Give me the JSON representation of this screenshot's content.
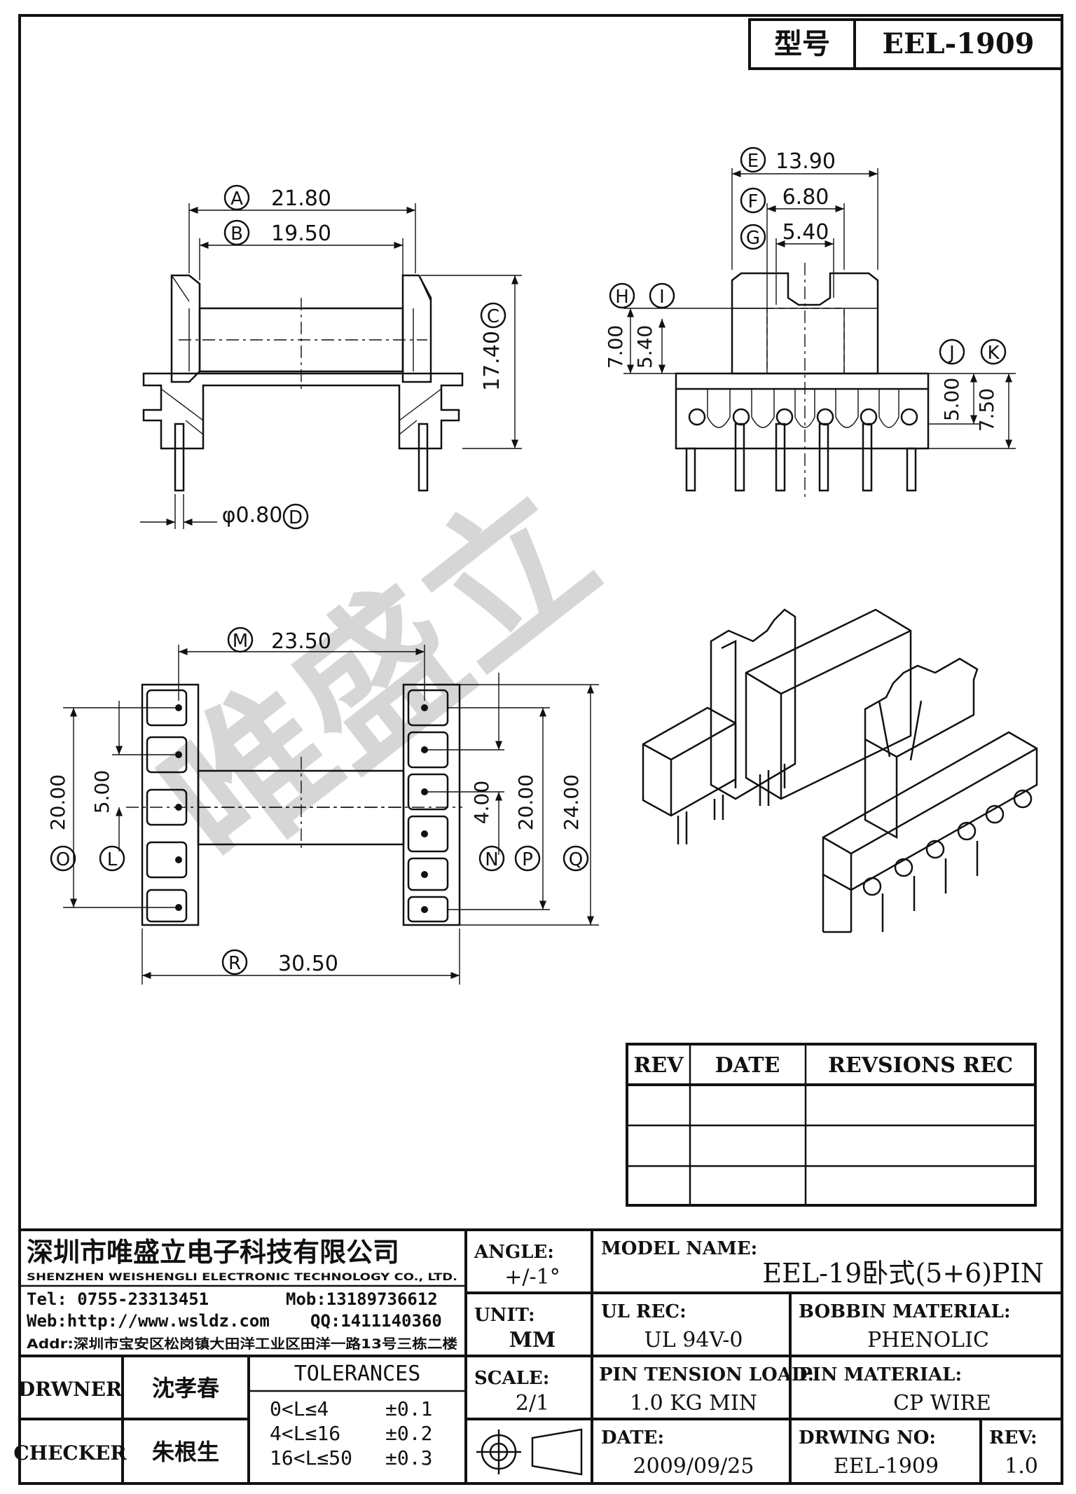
{
  "header": {
    "model_label": "型号",
    "model_value": "EEL-1909"
  },
  "watermark": "唯盛立",
  "dims": {
    "A": "21.80",
    "B": "19.50",
    "C": "17.40",
    "D": "φ0.80",
    "E": "13.90",
    "F": "6.80",
    "G": "5.40",
    "H": "7.00",
    "I": "5.40",
    "J": "5.00",
    "K": "7.50",
    "M": "23.50",
    "L": "5.00",
    "O": "20.00",
    "N": "4.00",
    "P": "20.00",
    "Q": "24.00",
    "R": "30.50"
  },
  "revisions": {
    "headers": [
      "REV",
      "DATE",
      "REVSIONS REC"
    ],
    "rows": [
      [
        "",
        "",
        ""
      ],
      [
        "",
        "",
        ""
      ],
      [
        "",
        "",
        ""
      ]
    ]
  },
  "company": {
    "name_cn": "深圳市唯盛立电子科技有限公司",
    "name_en": "SHENZHEN WEISHENGLI ELECTRONIC TECHNOLOGY CO., LTD.",
    "tel": "Tel: 0755-23313451",
    "mob": "Mob:13189736612",
    "web": "Web:http://www.wsldz.com",
    "qq": "QQ:1411140360",
    "addr": "Addr:深圳市宝安区松岗镇大田洋工业区田洋一路13号三栋二楼"
  },
  "title_block": {
    "angle_label": "ANGLE:",
    "angle_value": "+/-1°",
    "model_name_label": "MODEL NAME:",
    "model_name_value": "EEL-19卧式(5+6)PIN",
    "unit_label": "UNIT:",
    "unit_value": "MM",
    "ul_label": "UL REC:",
    "ul_value": "UL 94V-0",
    "bobbin_label": "BOBBIN MATERIAL:",
    "bobbin_value": "PHENOLIC",
    "scale_label": "SCALE:",
    "scale_value": "2/1",
    "pin_tension_label": "PIN TENSION LOAD:",
    "pin_tension_value": "1.0 KG MIN",
    "pin_material_label": "PIN MATERIAL:",
    "pin_material_value": "CP WIRE",
    "date_label": "DATE:",
    "date_value": "2009/09/25",
    "drwing_label": "DRWING NO:",
    "drwing_value": "EEL-1909",
    "rev_label": "REV:",
    "rev_value": "1.0",
    "drawer_label": "DRWNER",
    "drawer_name": "沈孝春",
    "checker_label": "CHECKER",
    "checker_name": "朱根生",
    "tolerances_title": "TOLERANCES",
    "tolerances": [
      {
        "range": "0<L≤4",
        "value": "±0.1"
      },
      {
        "range": "4<L≤16",
        "value": "±0.2"
      },
      {
        "range": "16<L≤50",
        "value": "±0.3"
      }
    ]
  }
}
